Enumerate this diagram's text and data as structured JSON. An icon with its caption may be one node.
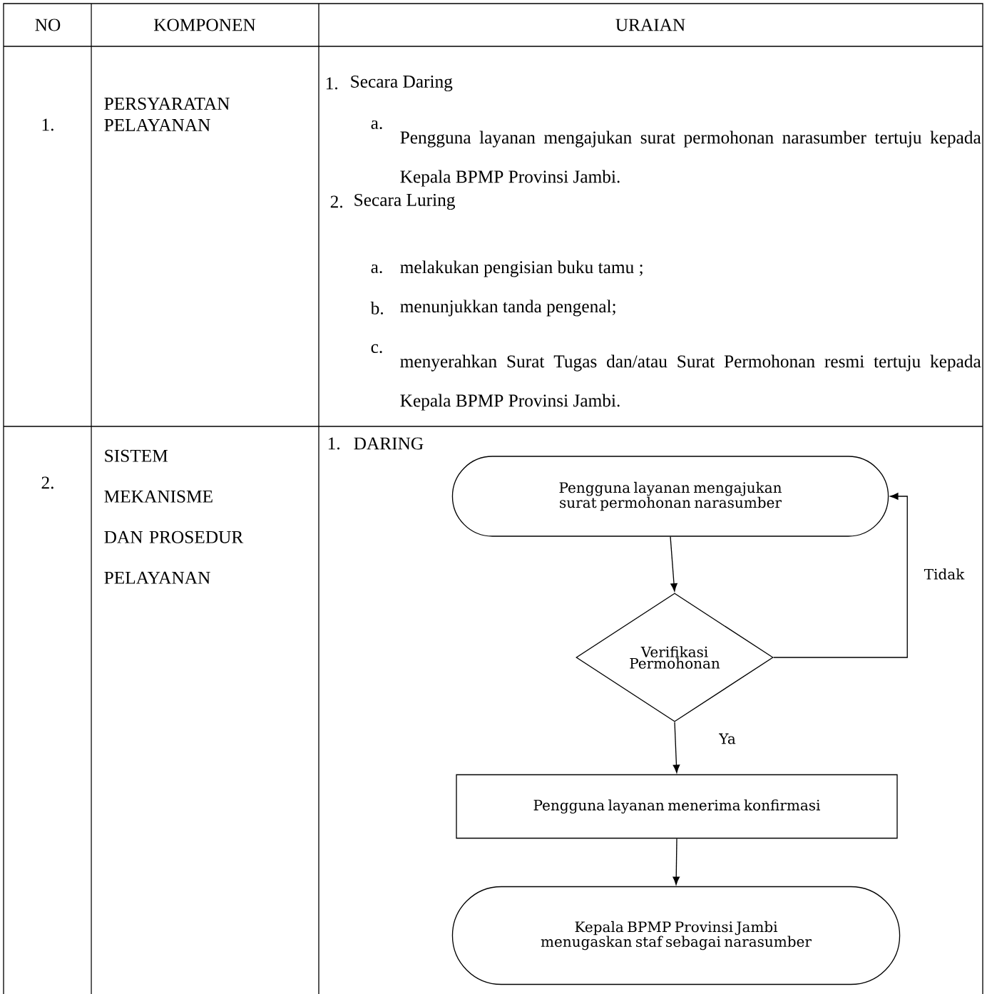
{
  "diagram": {
    "nodes": [
      {
        "text": [
          "Pengguna layanan mengajukan surat permohonan narasumber"
        ]
      },
      {
        "text": [
          "Verifikasi Permohonan"
        ]
      },
      {
        "text": [
          "Pengguna layanan menerima konfirmasi"
        ]
      },
      {
        "text": [
          "Kepala BPMP Provinsi Jambi menugaskan staf sebagai narasumber"
        ]
      }
    ],
    "edges": [
      {
        "from": 0,
        "to": 1,
        "arrow": "to"
      },
      {
        "from": 1,
        "to": 0,
        "arrow": "to",
        "label": "Tidak"
      },
      {
        "from": 1,
        "to": 2,
        "arrow": "to",
        "label": "Ya"
      },
      {
        "from": 2,
        "to": 3,
        "arrow": "to"
      }
    ],
    "labels": [
      "NO",
      "KOMPONEN",
      "URAIAN",
      "1.",
      "PERSYARATAN PELAYANAN",
      "1.",
      "Secara Daring",
      "a.",
      "Pengguna layanan mengajukan surat permohonan narasumber tertuju kepada Kepala BPMP Provinsi Jambi.",
      "2.",
      "Secara Luring",
      "a.",
      "melakukan pengisian buku tamu ;",
      "b.",
      "menunjukkan tanda pengenal;",
      "c.",
      "menyerahkan Surat Tugas dan/atau Surat Permohonan resmi tertuju kepada Kepala BPMP Provinsi Jambi.",
      "2.",
      "SISTEM MEKANISME DAN PROSEDUR PELAYANAN",
      "1.",
      "DARING"
    ]
  }
}
